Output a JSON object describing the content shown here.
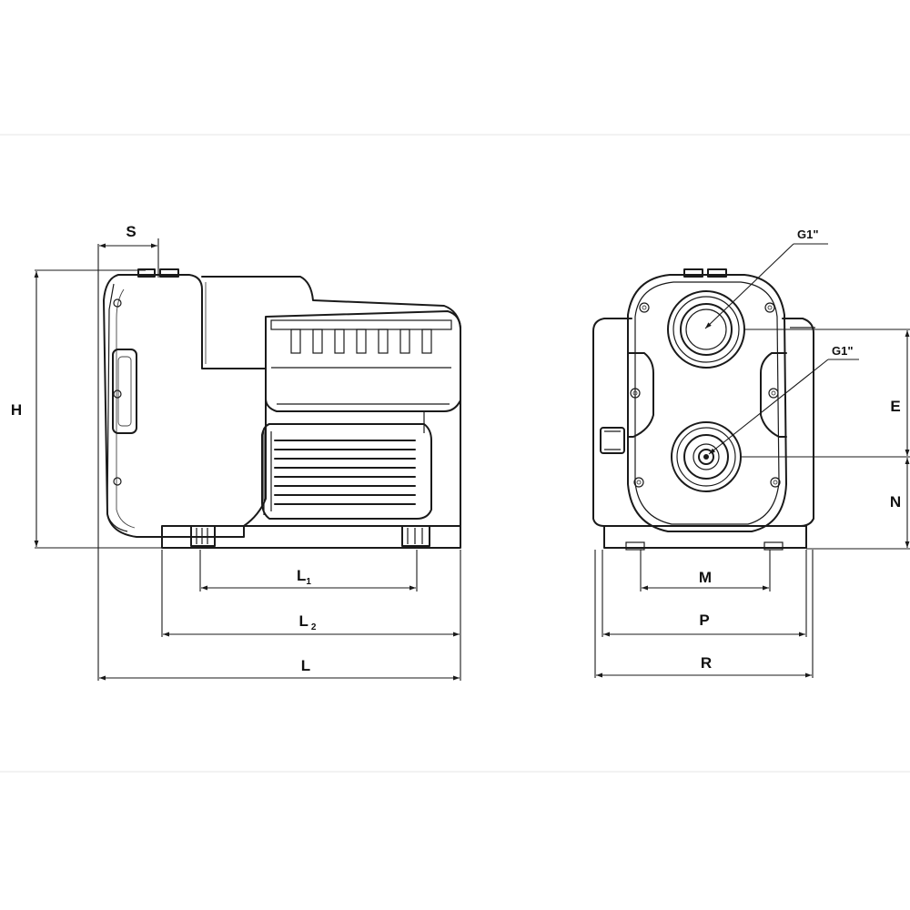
{
  "side_view": {
    "dimensions": {
      "S": "S",
      "H": "H",
      "L1_main": "L",
      "L1_sub": "1",
      "L2_main": "L",
      "L2_sub": "2",
      "L": "L"
    }
  },
  "front_view": {
    "dimensions": {
      "E": "E",
      "N": "N",
      "M": "M",
      "P": "P",
      "R": "R"
    },
    "outlet_thread": "G1\"",
    "inlet_thread": "G1\""
  }
}
